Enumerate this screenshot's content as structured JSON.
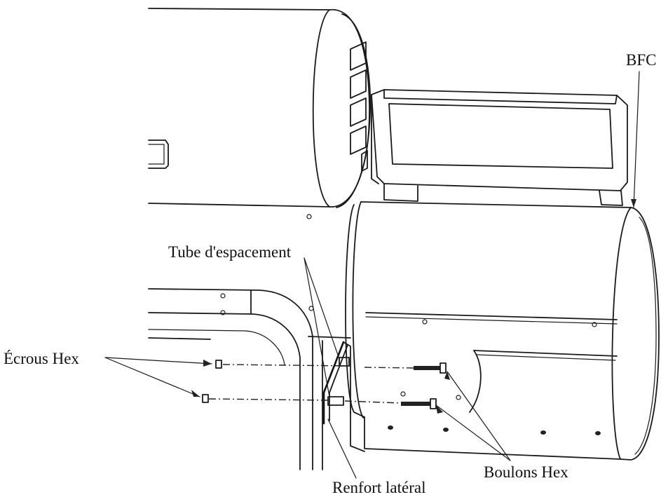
{
  "diagram": {
    "labels": {
      "bfc": "BFC",
      "spacer_tube": "Tube d'espacement",
      "hex_nuts": "Écrous Hex",
      "hex_bolts": "Boulons Hex",
      "side_brace": "Renfort latéral"
    }
  }
}
